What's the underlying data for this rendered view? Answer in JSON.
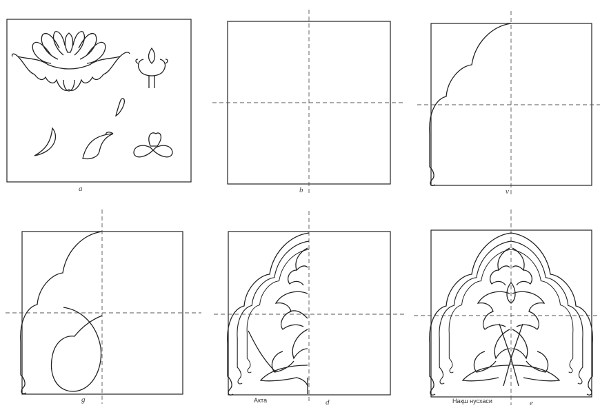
{
  "panels": [
    {
      "id": "a",
      "caption": "a"
    },
    {
      "id": "b",
      "caption": "b"
    },
    {
      "id": "v",
      "caption": "v"
    },
    {
      "id": "g",
      "caption": "g"
    },
    {
      "id": "d",
      "caption": "d",
      "note": "Акта"
    },
    {
      "id": "e",
      "caption": "e",
      "note": "Нақш нусхаси"
    }
  ],
  "colors": {
    "line": "#222222",
    "guide": "#555555",
    "paper": "#ffffff"
  }
}
